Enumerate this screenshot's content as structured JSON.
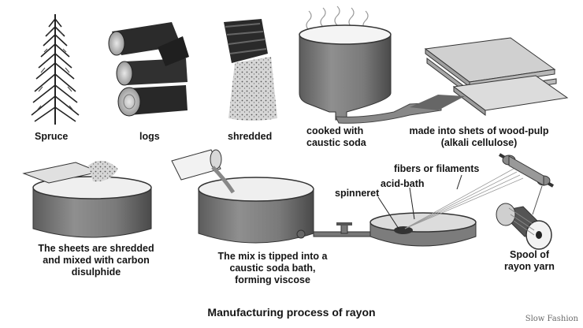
{
  "labels": {
    "spruce": "Spruce",
    "logs": "logs",
    "shredded": "shredded",
    "cooked_line1": "cooked with",
    "cooked_line2": "caustic soda",
    "woodpulp_line1": "made into shets of wood-pulp",
    "woodpulp_line2": "(alkali cellulose)",
    "sheets_line1": "The sheets are shredded",
    "sheets_line2": "and mixed with carbon",
    "sheets_line3": "disulphide",
    "mix_line1": "The mix is tipped into a",
    "mix_line2": "caustic soda bath,",
    "mix_line3": "forming viscose",
    "spinneret": "spinneret",
    "acid_bath": "acid-bath",
    "fibers": "fibers or filaments",
    "spool_line1": "Spool of",
    "spool_line2": "rayon yarn"
  },
  "title": "Manufacturing process of rayon",
  "watermark": "Slow Fashion"
}
